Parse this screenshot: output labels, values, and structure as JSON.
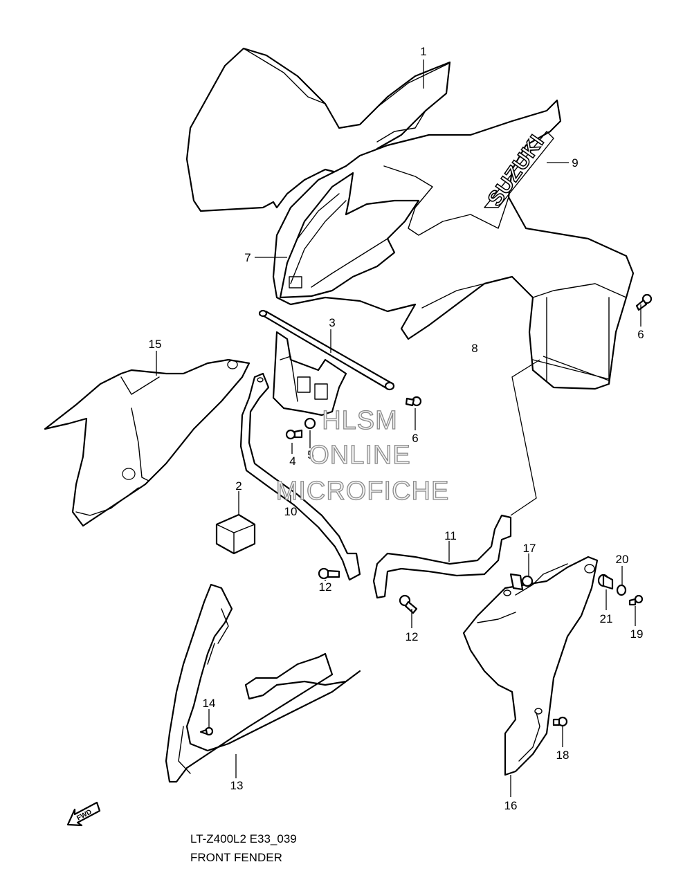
{
  "diagram": {
    "code": "LT-Z400L2 E33_039",
    "title": "FRONT FENDER",
    "fwd_label": "FWD",
    "brand_decal": "SUZUKI",
    "watermark": [
      "HLSM",
      "ONLINE",
      "MICROFICHE"
    ],
    "callouts": [
      {
        "id": "1",
        "label": "1"
      },
      {
        "id": "2",
        "label": "2"
      },
      {
        "id": "3",
        "label": "3"
      },
      {
        "id": "4",
        "label": "4"
      },
      {
        "id": "5",
        "label": "5"
      },
      {
        "id": "6a",
        "label": "6"
      },
      {
        "id": "6b",
        "label": "6"
      },
      {
        "id": "7",
        "label": "7"
      },
      {
        "id": "8",
        "label": "8"
      },
      {
        "id": "9",
        "label": "9"
      },
      {
        "id": "10",
        "label": "10"
      },
      {
        "id": "11",
        "label": "11"
      },
      {
        "id": "12a",
        "label": "12"
      },
      {
        "id": "12b",
        "label": "12"
      },
      {
        "id": "13",
        "label": "13"
      },
      {
        "id": "14",
        "label": "14"
      },
      {
        "id": "15",
        "label": "15"
      },
      {
        "id": "16",
        "label": "16"
      },
      {
        "id": "17",
        "label": "17"
      },
      {
        "id": "18",
        "label": "18"
      },
      {
        "id": "19",
        "label": "19"
      },
      {
        "id": "20",
        "label": "20"
      },
      {
        "id": "21",
        "label": "21"
      }
    ]
  }
}
